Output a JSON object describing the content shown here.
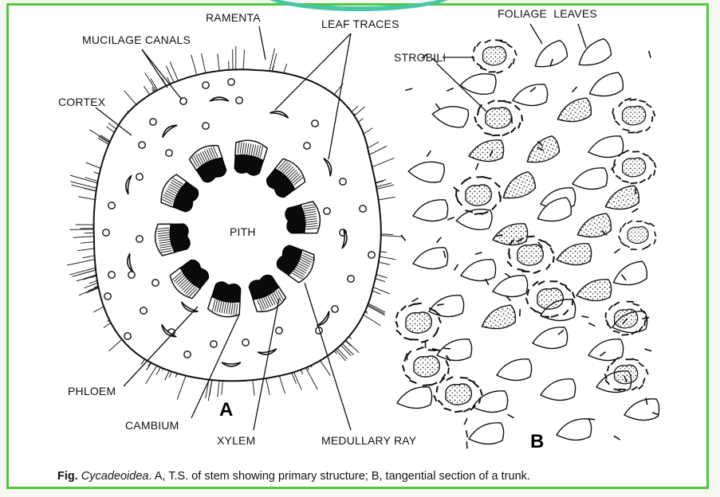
{
  "diagram": {
    "part_a_letter": "A",
    "part_b_letter": "B",
    "labels": {
      "ramenta": "RAMENTA",
      "leaf_traces": "LEAF TRACES",
      "mucilage_canals": "MUCILAGE CANALS",
      "cortex": "CORTEX",
      "pith": "PITH",
      "phloem": "PHLOEM",
      "cambium": "CAMBIUM",
      "xylem": "XYLEM",
      "medullary_ray": "MEDULLARY RAY",
      "foliage_leaves": "FOLIAGE  LEAVES",
      "strobili": "STROBILI"
    }
  },
  "caption": {
    "prefix": "Fig.",
    "genus": "Cycadeoidea",
    "text": ". A, T.S. of stem showing primary structure; B, tangential section of a trunk."
  },
  "colors": {
    "frame": "#55c63f",
    "top_arc": "#47c6a6"
  }
}
